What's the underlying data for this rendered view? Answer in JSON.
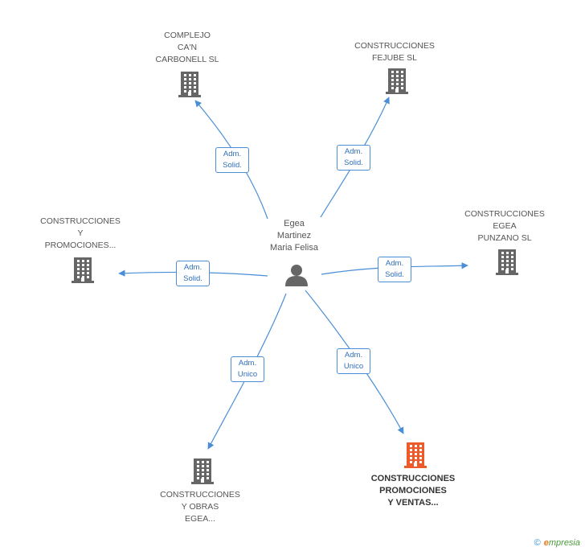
{
  "diagram": {
    "center": {
      "name_lines": [
        "Egea",
        "Martinez",
        "Maria Felisa"
      ],
      "icon": "person-icon"
    },
    "companies": [
      {
        "id": "complejo",
        "lines": [
          "COMPLEJO",
          "CA'N",
          "CARBONELL SL"
        ],
        "icon": "building-icon",
        "color": "#666666",
        "role": [
          "Adm.",
          "Solid."
        ],
        "highlight": false
      },
      {
        "id": "fejube",
        "lines": [
          "CONSTRUCCIONES",
          "FEJUBE SL"
        ],
        "icon": "building-icon",
        "color": "#666666",
        "role": [
          "Adm.",
          "Solid."
        ],
        "highlight": false
      },
      {
        "id": "egea-punzano",
        "lines": [
          "CONSTRUCCIONES",
          "EGEA",
          "PUNZANO SL"
        ],
        "icon": "building-icon",
        "color": "#666666",
        "role": [
          "Adm.",
          "Solid."
        ],
        "highlight": false
      },
      {
        "id": "y-promociones",
        "lines": [
          "CONSTRUCCIONES",
          "Y",
          "PROMOCIONES..."
        ],
        "icon": "building-icon",
        "color": "#666666",
        "role": [
          "Adm.",
          "Solid."
        ],
        "highlight": false
      },
      {
        "id": "y-obras",
        "lines": [
          "CONSTRUCCIONES",
          "Y OBRAS",
          "EGEA..."
        ],
        "icon": "building-icon",
        "color": "#666666",
        "role": [
          "Adm.",
          "Unico"
        ],
        "highlight": false
      },
      {
        "id": "promociones-ventas",
        "lines": [
          "CONSTRUCCIONES",
          "PROMOCIONES",
          "Y VENTAS..."
        ],
        "icon": "building-icon",
        "color": "#ef5a2a",
        "role": [
          "Adm.",
          "Unico"
        ],
        "highlight": true
      }
    ],
    "edge_color": "#4a8fd6"
  },
  "footer": {
    "copyright_symbol": "©",
    "brand_initial": "e",
    "brand_rest": "mpresia"
  }
}
